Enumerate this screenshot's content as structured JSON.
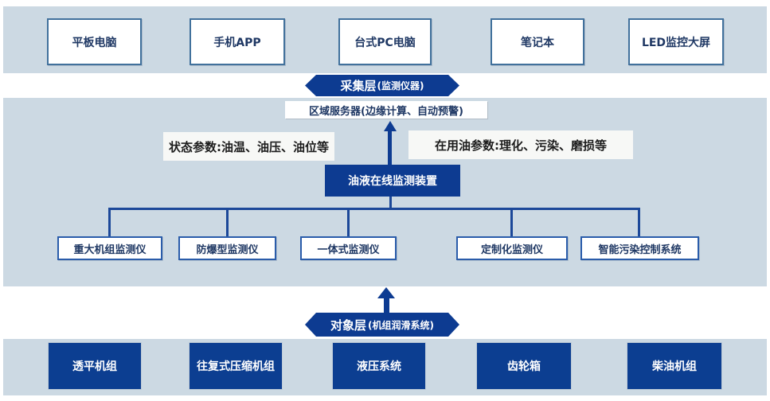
{
  "palette": {
    "band_bg": "#ccd9e3",
    "navy": "#0d3b91",
    "top_box_border": "#41719c",
    "mid_box_border": "#2a5caa",
    "navy_text": "#1f3864",
    "connector": "#1c4899",
    "label_bg": "#f7f8f6"
  },
  "terminal_layer": {
    "items": [
      "平板电脑",
      "手机APP",
      "台式PC电脑",
      "笔记本",
      "LED监控大屏"
    ]
  },
  "collection_banner": {
    "title": "采集层",
    "subtitle": "(监测仪器)"
  },
  "server_box": {
    "label": "区域服务器(边缘计算、自动预警)"
  },
  "param_labels": {
    "left": "状态参数:油温、油压、油位等",
    "right": "在用油参数:理化、污染、磨损等"
  },
  "device_box": {
    "label": "油液在线监测装置"
  },
  "monitor_layer": {
    "items": [
      "重大机组监测仪",
      "防爆型监测仪",
      "一体式监测仪",
      "定制化监测仪",
      "智能污染控制系统"
    ]
  },
  "object_banner": {
    "title": "对象层",
    "subtitle": "(机组润滑系统)"
  },
  "object_layer": {
    "items": [
      "透平机组",
      "往复式压缩机组",
      "液压系统",
      "齿轮箱",
      "柴油机组"
    ]
  }
}
